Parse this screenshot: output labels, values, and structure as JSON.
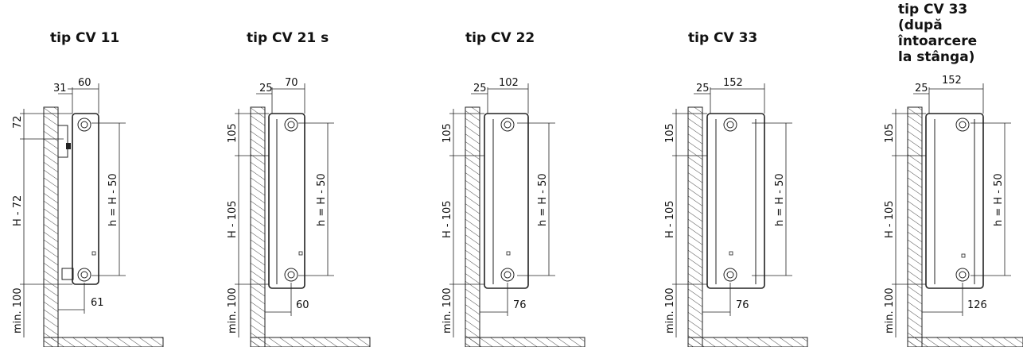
{
  "panels": [
    {
      "title": "tip CV 11",
      "dims": {
        "a": "31",
        "b": "60",
        "top": "72",
        "mid": "H - 72",
        "low": "min. 100",
        "h": "h = H - 50",
        "bot": "61"
      }
    },
    {
      "title": "tip CV 21 s",
      "dims": {
        "a": "25",
        "b": "70",
        "top": "105",
        "mid": "H - 105",
        "low": "min. 100",
        "h": "h = H - 50",
        "bot": "60"
      }
    },
    {
      "title": "tip CV 22",
      "dims": {
        "a": "25",
        "b": "102",
        "top": "105",
        "mid": "H - 105",
        "low": "min. 100",
        "h": "h = H - 50",
        "bot": "76"
      }
    },
    {
      "title": "tip CV 33",
      "dims": {
        "a": "25",
        "b": "152",
        "top": "105",
        "mid": "H - 105",
        "low": "min. 100",
        "h": "h = H - 50",
        "bot": "76"
      }
    },
    {
      "title": "tip CV 33\n(după întoarcere\nla stânga)",
      "dims": {
        "a": "25",
        "b": "152",
        "top": "105",
        "mid": "H - 105",
        "low": "min. 100",
        "h": "h = H - 50",
        "bot": "126"
      }
    }
  ]
}
